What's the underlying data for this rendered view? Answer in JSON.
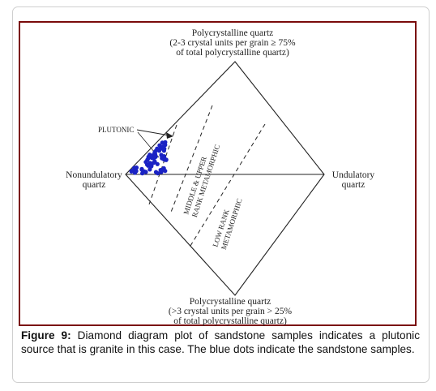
{
  "diagram": {
    "top_label_lines": [
      "Polycrystalline quartz",
      "(2-3 crystal units per grain ≥ 75%",
      "of total polycrystalline quartz)"
    ],
    "bottom_label_lines": [
      "Polycrystalline quartz",
      "(>3 crystal units per grain > 25%",
      "of total polycrystalline quartz)"
    ],
    "left_label_lines": [
      "Nonundulatory",
      "quartz"
    ],
    "right_label_lines": [
      "Undulatory",
      "quartz"
    ],
    "plutonic_label": "PLUTONIC",
    "middle_upper_lines": [
      "MIDDLE & UPPER",
      "RANK METAMORPHIC"
    ],
    "low_rank_lines": [
      "LOW RANK",
      "METAMORPHIC"
    ],
    "sample_color": "#1a22c4"
  },
  "caption": {
    "label": "Figure 9:",
    "text": " Diamond diagram plot of sandstone samples indicates a plutonic source that is granite in this case. The blue dots indicate the sandstone samples."
  }
}
